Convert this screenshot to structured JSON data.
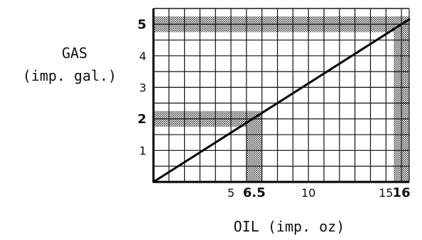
{
  "chart_data": {
    "type": "line",
    "xlabel": "OIL (imp. oz)",
    "ylabel_line1": "GAS",
    "ylabel_line2": "(imp. gal.)",
    "xlim": [
      0,
      16.5
    ],
    "ylim": [
      0,
      5.5
    ],
    "x_ticks": [
      {
        "value": 5,
        "label": "5",
        "bold": false
      },
      {
        "value": 6.5,
        "label": "6.5",
        "bold": true
      },
      {
        "value": 10,
        "label": "10",
        "bold": false
      },
      {
        "value": 15,
        "label": "15",
        "bold": false
      },
      {
        "value": 16,
        "label": "16",
        "bold": true
      }
    ],
    "y_ticks": [
      {
        "value": 1,
        "label": "1",
        "bold": false
      },
      {
        "value": 2,
        "label": "2",
        "bold": true
      },
      {
        "value": 3,
        "label": "3",
        "bold": false
      },
      {
        "value": 4,
        "label": "4",
        "bold": false
      },
      {
        "value": 5,
        "label": "5",
        "bold": true
      }
    ],
    "grid": true,
    "grid_cell_x": 1,
    "grid_cell_y": 0.5,
    "line": {
      "x": [
        0,
        16.5
      ],
      "y": [
        0,
        5.15625
      ]
    },
    "highlighted_points": [
      {
        "x": 6.5,
        "y": 2
      },
      {
        "x": 16,
        "y": 5
      }
    ],
    "highlight_color": "#9a9a9a"
  }
}
